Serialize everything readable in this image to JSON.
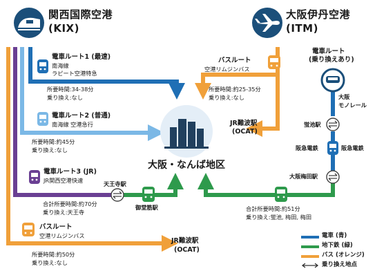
{
  "colors": {
    "blue": "#1f6fb5",
    "lightblue": "#7bb8e6",
    "purple": "#6a3f93",
    "orange": "#f0a03a",
    "green": "#2e9a4c",
    "darkblue": "#1b4f7a",
    "navy": "#213a5a"
  },
  "kix": {
    "name": "関西国際空港",
    "code": "(KIX)",
    "icon": "train-icon"
  },
  "itm": {
    "name": "大阪伊丹空港",
    "code": "(ITM)",
    "icon": "airplane-icon"
  },
  "hub": {
    "label": "大阪・なんば地区",
    "icon": "city-buildings-icon"
  },
  "routes": {
    "r1": {
      "title": "電車ルート1 (最速)",
      "line1": "南海線",
      "line2": "ラピート空港特急",
      "time": "所要時間:34-38分",
      "transfer": "乗り換え:なし"
    },
    "r2": {
      "title": "電車ルート2 (普通)",
      "line1": "南海線 空港急行",
      "time": "所要時間:約45分",
      "transfer": "乗り換え:なし"
    },
    "r3": {
      "title": "電車ルート3 (JR)",
      "line1": "JR関西空港快速",
      "time": "合計所要時間:約70分",
      "transfer": "乗り換え:天王寺"
    },
    "bus_kix": {
      "title": "バスルート",
      "line1": "空港リムジンバス",
      "time": "所要時間:約50分",
      "transfer": "乗り換え:なし"
    },
    "bus_itm": {
      "title": "バスルート",
      "line1": "空港リムジンバス",
      "time": "所要時間:約25-35分",
      "transfer": "乗り換え:なし"
    },
    "itm_train": {
      "title": "電車ルート",
      "sub": "(乗り換えあり)",
      "time": "合計所要時間:約51分",
      "transfer": "乗り換え:蛍池, 梅田, 梅田"
    }
  },
  "stations": {
    "tennoji": "天王寺駅",
    "midosuji": "御堂筋駅",
    "jr_namba_1": "JR難波駅",
    "jr_namba_ocat": "(OCAT)",
    "jr_namba_2": "JR難波駅",
    "ocat_2": "(OCAT)",
    "monorail_1": "大阪",
    "monorail_2": "モノレール",
    "hotarugaike": "蛍池駅",
    "hankyu_l": "阪急電鉄",
    "hankyu_r": "阪急電鉄",
    "umeda": "大阪梅田駅"
  },
  "legend": {
    "train": "電車 (青)",
    "subway": "地下鉄 (緑)",
    "bus": "バス (オレンジ)",
    "transfer": "乗り換え地点"
  }
}
